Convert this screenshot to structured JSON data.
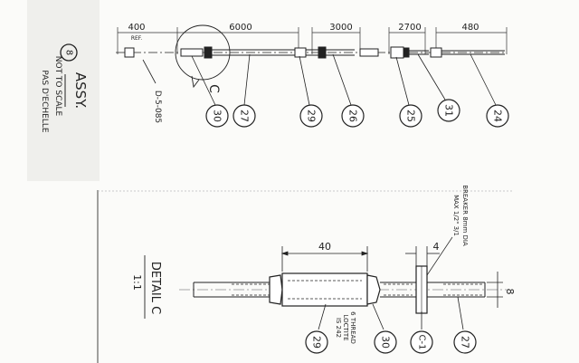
{
  "assembly": {
    "number": "8",
    "title": "ASSY.",
    "scale_note_en": "NOT TO SCALE",
    "scale_note_fr": "PAS D'ECHELLE",
    "drawing_ref": "D-5-085",
    "ref_tag": "REF.",
    "dims": [
      "400",
      "6000",
      "3000",
      "2700",
      "480"
    ],
    "detail_letter": "C",
    "balloons": [
      "30",
      "27",
      "29",
      "26",
      "25",
      "31",
      "24"
    ]
  },
  "detail": {
    "title": "DETAIL C",
    "scale": "1:1",
    "dims": [
      "40",
      "4",
      "8"
    ],
    "thread_note": [
      "6 THREAD",
      "LOCTITE",
      "IS 242"
    ],
    "brake_note": [
      "BREAKER 8mm DIA",
      "MAX 1/2\" 3/1"
    ],
    "balloons": [
      "29",
      "30",
      "C-1",
      "27"
    ]
  }
}
